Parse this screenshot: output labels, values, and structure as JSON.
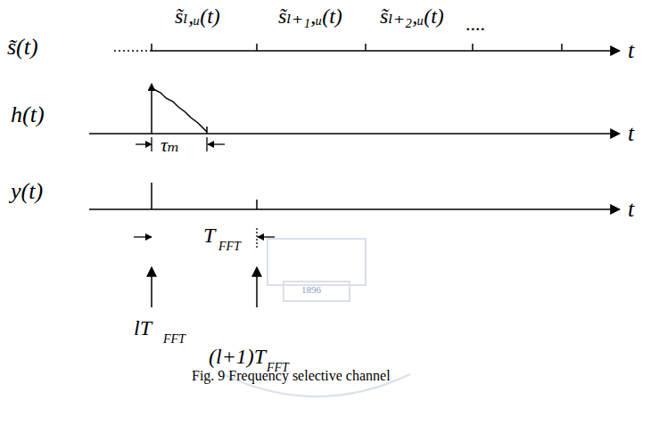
{
  "diagram": {
    "caption": "Fig. 9 Frequency selective channel",
    "labels": [
      "s̃(t)",
      "s̃ₗ,ᵤ(t)",
      "s̃ₗ₊₁,ᵤ(t)",
      "s̃ₗ₊₂,ᵤ(t)",
      "....",
      "t",
      "h(t)",
      "t",
      "y(t)",
      "t",
      "τₘ",
      "T",
      "FFT",
      "lT",
      "FFT",
      "(l+1)T",
      "FFT",
      "1896"
    ]
  }
}
